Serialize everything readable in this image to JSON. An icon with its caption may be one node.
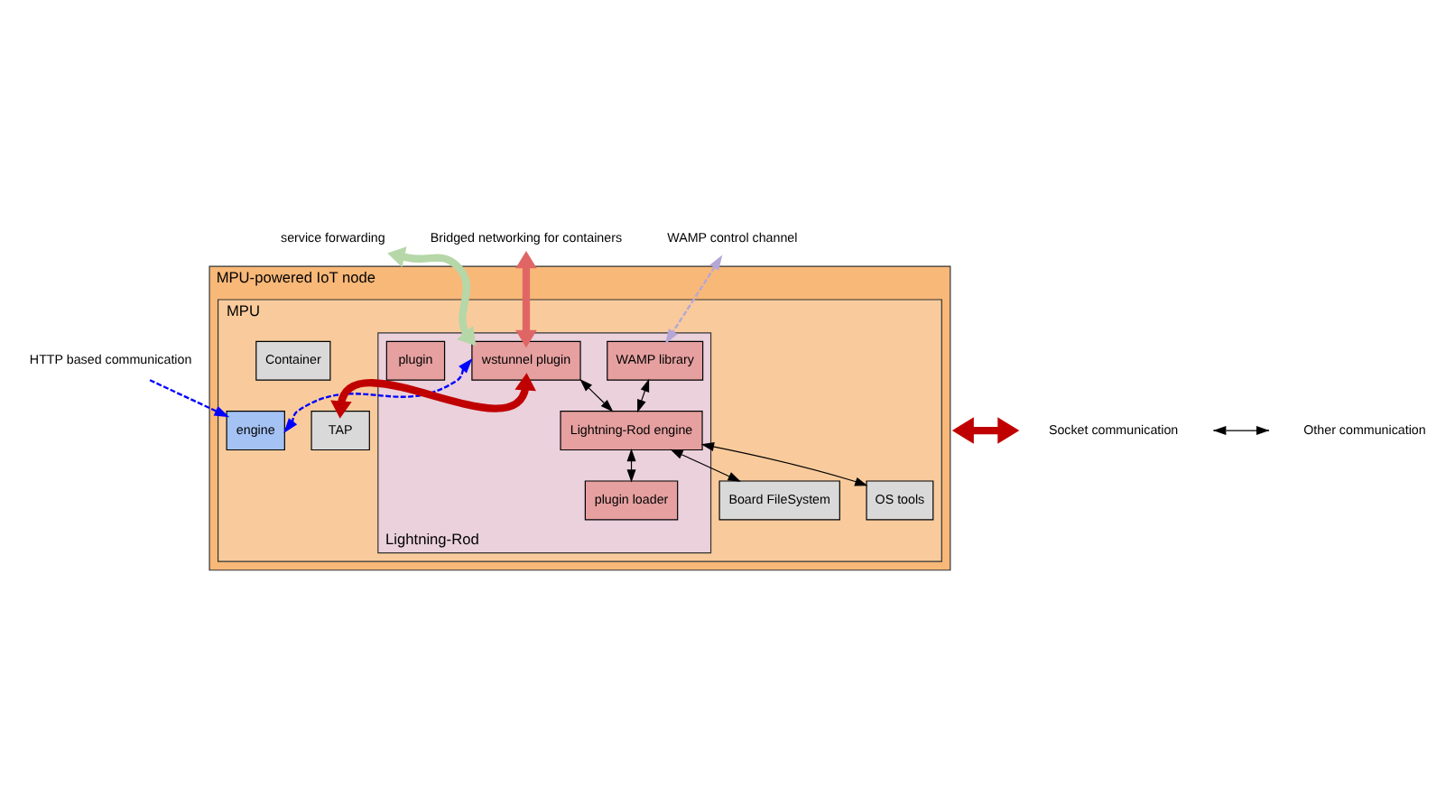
{
  "diagram": {
    "nodes": [
      {
        "text": [
          "MPU-powered IoT node"
        ]
      },
      {
        "text": [
          "MPU"
        ],
        "in": 0
      },
      {
        "text": [
          "Lightning-Rod"
        ],
        "in": 1
      },
      {
        "text": [
          "wstunnel plugin"
        ],
        "in": 2
      },
      {
        "text": [
          "WAMP library"
        ],
        "in": 2
      },
      {
        "text": [
          "Lightning-Rod engine"
        ],
        "in": 2
      },
      {
        "text": [
          "plugin"
        ],
        "in": 2
      },
      {
        "text": [
          "plugin loader"
        ],
        "in": 2
      },
      {
        "text": [
          "engine"
        ],
        "in": 1
      },
      {
        "text": [
          "Container"
        ],
        "in": 1
      },
      {
        "text": [
          "TAP"
        ],
        "in": 1
      },
      {
        "text": [
          "OS tools"
        ],
        "in": 1
      },
      {
        "text": [
          "Board FileSystem"
        ],
        "in": 1
      },
      {
        "text": [
          "WAMP control channel"
        ]
      },
      {
        "text": [
          "service forwarding"
        ]
      },
      {
        "text": [
          "Bridged networking for containers"
        ]
      },
      {
        "text": [
          "HTTP based communication"
        ]
      }
    ],
    "edges": [
      {
        "from": 13,
        "to": 4,
        "arrow": "both",
        "style": "dashed",
        "color": "#b4a7d6"
      },
      {
        "from": 14,
        "to": 3,
        "arrow": "both",
        "style": "thick",
        "color": "#b6d7a8"
      },
      {
        "from": 15,
        "to": 3,
        "arrow": "both",
        "style": "thick",
        "color": "#e06666"
      },
      {
        "from": 16,
        "to": 8,
        "arrow": "to",
        "style": "dashed",
        "color": "#0000ff"
      },
      {
        "from": 3,
        "to": 8,
        "arrow": "both",
        "style": "dashed",
        "color": "#0000ff"
      },
      {
        "from": 3,
        "to": 10,
        "arrow": "both",
        "style": "thick",
        "color": "#c00000"
      },
      {
        "from": 3,
        "to": 5,
        "arrow": "both"
      },
      {
        "from": 4,
        "to": 5,
        "arrow": "both"
      },
      {
        "from": 5,
        "to": 7,
        "arrow": "both"
      },
      {
        "from": 5,
        "to": 11,
        "arrow": "both"
      },
      {
        "from": 5,
        "to": 12,
        "arrow": "both"
      }
    ],
    "legend": [
      {
        "text": "Socket communication"
      },
      {
        "text": "Other communication"
      }
    ]
  }
}
